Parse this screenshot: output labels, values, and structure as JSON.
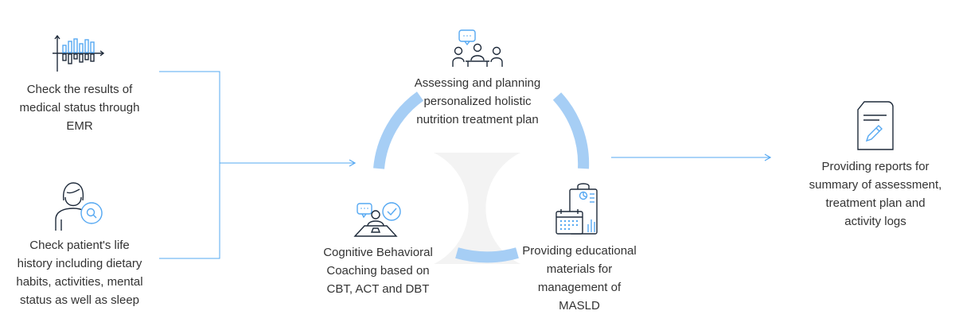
{
  "colors": {
    "accent": "#55a8f2",
    "accent_light": "#a6cef5",
    "icon_stroke": "#1e2a3a",
    "hub_fill": "#f3f3f3",
    "text": "#333333"
  },
  "inputs": {
    "emr": {
      "icon": "bar-chart-icon",
      "lines": [
        "Check the results of",
        "medical status through",
        "EMR"
      ]
    },
    "life_history": {
      "icon": "patient-search-icon",
      "lines": [
        "Check patient's life",
        "history including dietary",
        "habits, activities, mental",
        "status as well as sleep"
      ]
    }
  },
  "hub": {
    "planning": {
      "icon": "team-meeting-icon",
      "lines": [
        "Assessing and planning",
        "personalized holistic",
        "nutrition treatment plan"
      ]
    },
    "coaching": {
      "icon": "coaching-session-icon",
      "lines": [
        "Cognitive Behavioral",
        "Coaching based on",
        "CBT, ACT and DBT"
      ]
    },
    "education": {
      "icon": "clipboard-calendar-icon",
      "lines": [
        "Providing educational",
        "materials for",
        "management of",
        "MASLD"
      ]
    }
  },
  "output": {
    "icon": "report-document-icon",
    "lines": [
      "Providing reports for",
      "summary of assessment,",
      "treatment plan and",
      "activity logs"
    ]
  }
}
